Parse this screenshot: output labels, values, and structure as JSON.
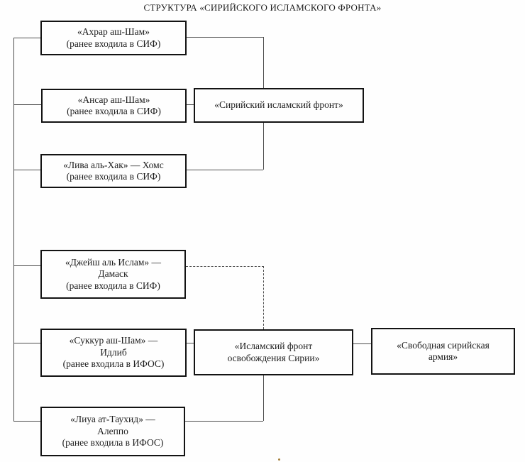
{
  "title": "СТРУКТУРА «СИРИЙСКОГО ИСЛАМСКОГО ФРОНТА»",
  "nodes": {
    "ahrar": {
      "lines": [
        "«Ахрар аш-Шам»",
        "(ранее входила в СИФ)"
      ]
    },
    "ansar": {
      "lines": [
        "«Ансар аш-Шам»",
        "(ранее входила в СИФ)"
      ]
    },
    "sif": {
      "lines": [
        "«Сирийский исламский фронт»"
      ]
    },
    "liwa_al_haq": {
      "lines": [
        "«Лива аль-Хак» — Хомс",
        "(ранее входила в СИФ)"
      ]
    },
    "jaish_al_islam": {
      "lines": [
        "«Джейш аль Ислам» —",
        "Дамаск",
        "(ранее входила в СИФ)"
      ]
    },
    "suqqur_ash_sham": {
      "lines": [
        "«Суккур аш-Шам» —",
        "Идлиб",
        "(ранее входила в ИФОС)"
      ]
    },
    "ifos": {
      "lines": [
        "«Исламский фронт",
        "освобождения Сирии»"
      ]
    },
    "ssa": {
      "lines": [
        "«Свободная сирийская",
        "армия»"
      ]
    },
    "liwa_at_tawhid": {
      "lines": [
        "«Лиуа ат-Таухид» —",
        "Алеппо",
        "(ранее входила в ИФОС)"
      ]
    }
  },
  "colors": {
    "background": "#fefefe",
    "box-border": "#131313",
    "text": "#1c1c1c",
    "line": "#4d4d4d",
    "dot": "#a5803c"
  }
}
